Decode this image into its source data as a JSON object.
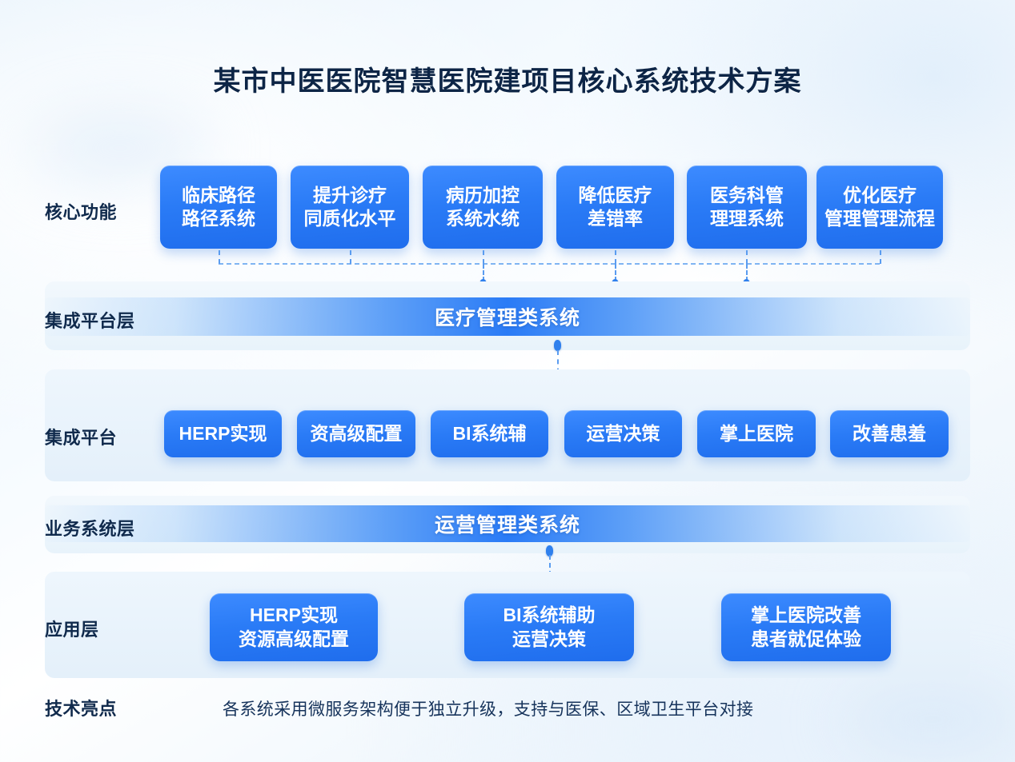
{
  "title": "某市中医医院智慧医院建项目核心系统技术方案",
  "rows": {
    "core": {
      "label": "核心功能",
      "cards": [
        {
          "text": "临床路径\n路径系统"
        },
        {
          "text": "提升诊疗\n同质化水平"
        },
        {
          "text": "病历加控\n系统水统"
        },
        {
          "text": "降低医疗\n差错率"
        },
        {
          "text": "医务科管\n理理系统"
        },
        {
          "text": "优化医疗\n管理管理流程"
        }
      ]
    },
    "integration_layer": {
      "label": "集成平台层",
      "band_text": "医疗管理类系统"
    },
    "integration_platform": {
      "label": "集成平台",
      "cards": [
        {
          "text": "HERP实现"
        },
        {
          "text": "资高级配置"
        },
        {
          "text": "BI系统辅"
        },
        {
          "text": "运营决策"
        },
        {
          "text": "掌上医院"
        },
        {
          "text": "改善患羞"
        }
      ]
    },
    "business_layer": {
      "label": "业务系统层",
      "band_text": "运营管理类系统"
    },
    "application_layer": {
      "label": "应用层",
      "cards": [
        {
          "text": "HERP实现\n资源高级配置"
        },
        {
          "text": "BI系统辅助\n运营决策"
        },
        {
          "text": "掌上医院改善\n患者就促体验"
        }
      ]
    }
  },
  "footer": {
    "label": "技术亮点",
    "text": "各系统采用微服务架构便于独立升级，支持与医保、区域卫生平台对接"
  },
  "colors": {
    "accent": "#2a7bf6",
    "card_start": "#3d8bff",
    "card_end": "#1f6ded",
    "text_dark": "#102a4c",
    "connector": "#5a9cf0"
  }
}
